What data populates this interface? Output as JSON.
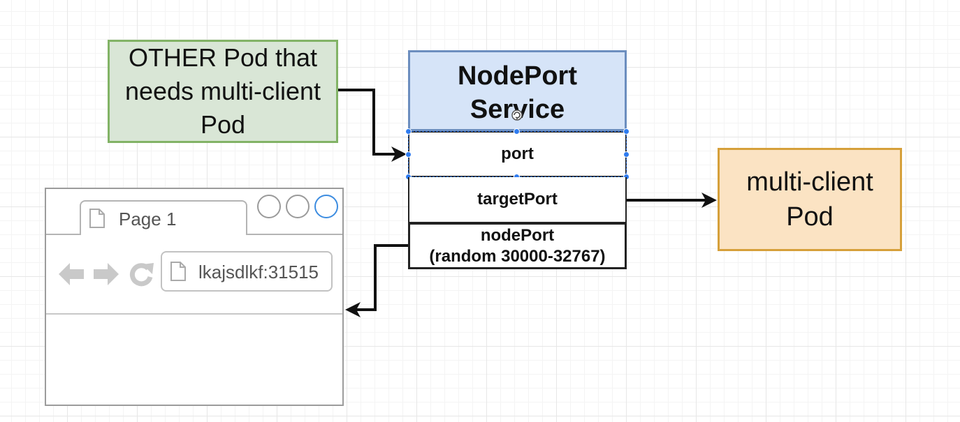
{
  "other_pod": {
    "label": "OTHER Pod that needs multi-client Pod"
  },
  "service": {
    "title": "NodePort Service",
    "port_label": "port",
    "target_port_label": "targetPort",
    "node_port_label": "nodePort",
    "node_port_range": "(random 30000-32767)"
  },
  "multi_client_pod": {
    "label": "multi-client Pod"
  },
  "browser": {
    "tab_label": "Page 1",
    "address": "lkajsdlkf:31515"
  },
  "colors": {
    "other_pod_fill": "#d9e6d6",
    "other_pod_stroke": "#82b366",
    "service_fill": "#d6e4f8",
    "service_stroke": "#6c8ebf",
    "pod_fill": "#fbe3c3",
    "pod_stroke": "#d6a03a",
    "selection": "#2f7cf0"
  },
  "icons": [
    "document-icon",
    "back-arrow-icon",
    "forward-arrow-icon",
    "reload-icon",
    "window-control-icon",
    "move-cursor-icon"
  ]
}
